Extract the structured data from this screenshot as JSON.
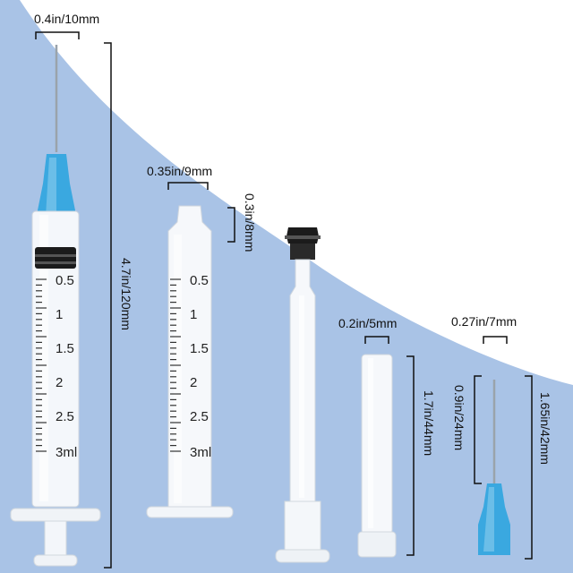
{
  "background_color": "#a9c3e6",
  "hub_color": "#3aa8e0",
  "dimensions": {
    "needle_hub_width": "0.4in/10mm",
    "syringe_length": "4.7in/120mm",
    "barrel_width": "0.35in/9mm",
    "barrel_tip_height": "0.3in/8mm",
    "cap_width": "0.2in/5mm",
    "cap_length": "1.7in/44mm",
    "needle_hub_small_width": "0.27in/7mm",
    "needle_shaft_length": "0.9in/24mm",
    "needle_total_length": "1.65in/42mm"
  },
  "scale_labels": [
    "0.5",
    "1",
    "1.5",
    "2",
    "2.5",
    "3ml"
  ]
}
